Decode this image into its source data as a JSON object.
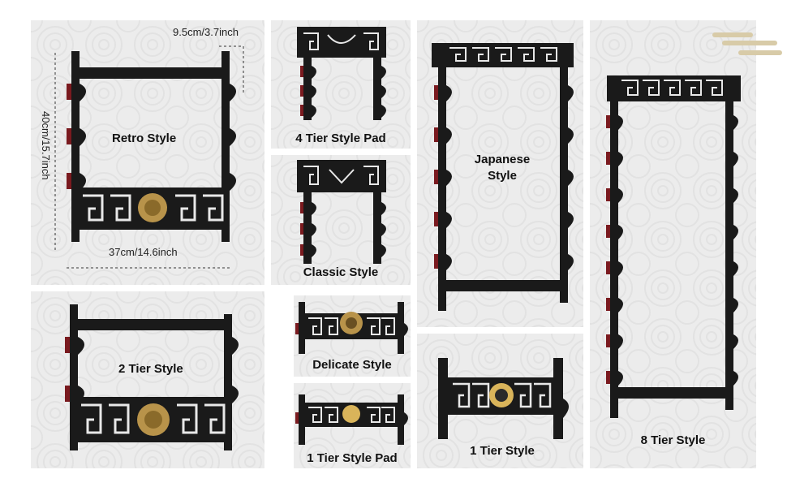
{
  "labels": {
    "retro": "Retro Style",
    "four_tier_pad": "4 Tier Style Pad",
    "classic": "Classic Style",
    "delicate": "Delicate Style",
    "one_tier_pad": "1 Tier Style Pad",
    "japanese_line1": "Japanese",
    "japanese_line2": "Style",
    "two_tier": "2 Tier Style",
    "one_tier": "1 Tier Style",
    "eight_tier": "8 Tier Style"
  },
  "dimensions": {
    "depth": "9.5cm/3.7inch",
    "height": "40cm/15.7inch",
    "width": "37cm/14.6inch"
  },
  "colors": {
    "panel_bg": "#ececec",
    "rack_black": "#1a1a1a",
    "rack_red": "#7a1a1f",
    "emblem_gold": "#b8934a",
    "logo_gold": "#d8cba8"
  }
}
